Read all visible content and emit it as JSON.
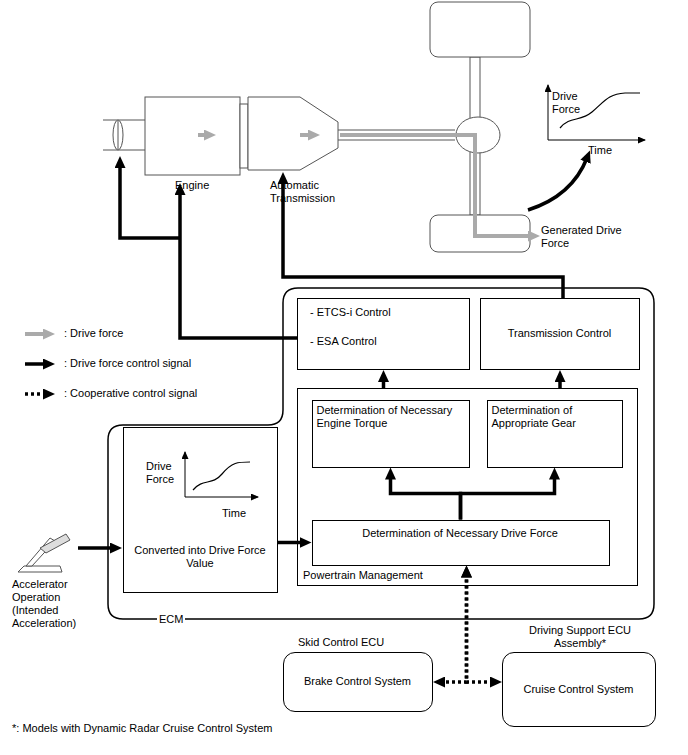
{
  "diagram": {
    "nodes": [
      {
        "text": [
          "ECM"
        ]
      },
      {
        "text": [
          "- ETCS-i Control",
          "- ESA Control"
        ],
        "in": 0
      },
      {
        "text": [
          "Transmission Control"
        ],
        "in": 0
      },
      {
        "text": [
          "Powertrain Management"
        ],
        "in": 0
      },
      {
        "text": [
          "Determination of Necessary Engine Torque"
        ],
        "in": 3
      },
      {
        "text": [
          "Determination of Appropriate Gear"
        ],
        "in": 3
      },
      {
        "text": [
          "Determination of Necessary Drive Force"
        ],
        "in": 3
      },
      {
        "text": [
          "Drive Force",
          "Time",
          "Converted into Drive Force Value"
        ],
        "in": 0
      },
      {
        "text": [
          "Skid Control ECU",
          "Brake Control System"
        ]
      },
      {
        "text": [
          "Driving Support ECU Assembly*",
          "Cruise Control System"
        ]
      }
    ],
    "edges": [
      {
        "from": 7,
        "to": 6,
        "arrow": "to"
      },
      {
        "from": 6,
        "to": 4,
        "arrow": "to"
      },
      {
        "from": 6,
        "to": 5,
        "arrow": "to"
      },
      {
        "from": 3,
        "to": 1,
        "arrow": "to"
      },
      {
        "from": 3,
        "to": 2,
        "arrow": "to"
      },
      {
        "from": 6,
        "to": 8,
        "arrow": "both"
      },
      {
        "from": 6,
        "to": 9,
        "arrow": "both"
      }
    ],
    "labels": [
      "Engine",
      "Automatic Transmission",
      "Drive Force",
      "Time",
      "Generated Drive Force",
      "Accelerator Operation (Intended Acceleration)",
      "*: Models with Dynamic Radar Cruise Control System"
    ],
    "legend": [
      {
        "text": ": Drive force"
      },
      {
        "text": ": Drive force control signal"
      },
      {
        "text": ": Cooperative control signal"
      }
    ]
  }
}
